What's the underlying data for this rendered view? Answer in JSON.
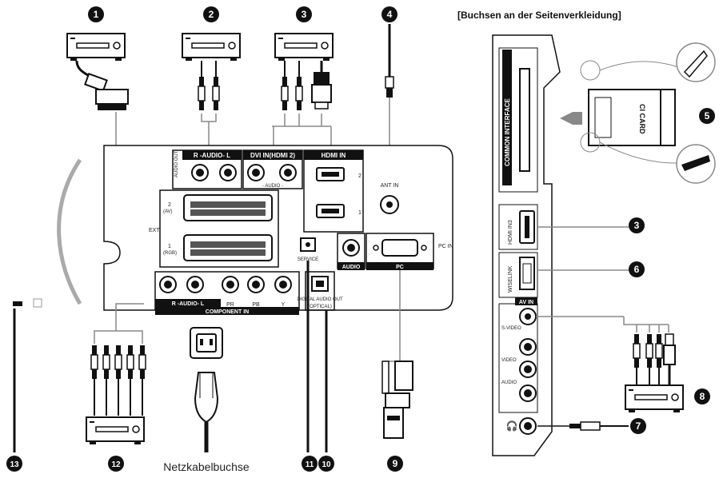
{
  "side_panel_title": "[Buchsen an der Seitenverkleidung]",
  "bottom_caption": "Netzkabelbuchse",
  "callouts": [
    "1",
    "2",
    "3",
    "4",
    "5",
    "6",
    "7",
    "8",
    "9",
    "10",
    "11",
    "12",
    "13",
    "3"
  ],
  "back_panel": {
    "audio_out": "AUDIO OUT",
    "audio_rl": "R -AUDIO- L",
    "dvi_in": "DVI IN(HDMI 2)",
    "dvi_audio": "- AUDIO -",
    "hdmi_in": "HDMI IN",
    "hdmi_port_2": "2",
    "hdmi_port_1": "1",
    "ant_in": "ANT IN",
    "ext": "EXT",
    "scart_2": "2",
    "scart_2_sub": "(AV)",
    "scart_1": "1",
    "scart_1_sub": "(RGB)",
    "service": "SERVICE",
    "audio": "AUDIO",
    "pc": "PC",
    "pc_in": "PC IN",
    "component_audio": "R -AUDIO- L",
    "pr": "PR",
    "pb": "PB",
    "y": "Y",
    "component_in": "COMPONENT IN",
    "digital_audio_out": "DIGITAL AUDIO OUT",
    "optical": "(OPTICAL)"
  },
  "side_panel": {
    "common_interface": "COMMON INTERFACE",
    "hdmi_in3": "HDMI IN3",
    "wiselink": "WISELINK",
    "av_in": "AV IN",
    "s_video": "S-VIDEO",
    "video": "VIDEO",
    "audio": "AUDIO",
    "ci_card": "CI CARD"
  }
}
